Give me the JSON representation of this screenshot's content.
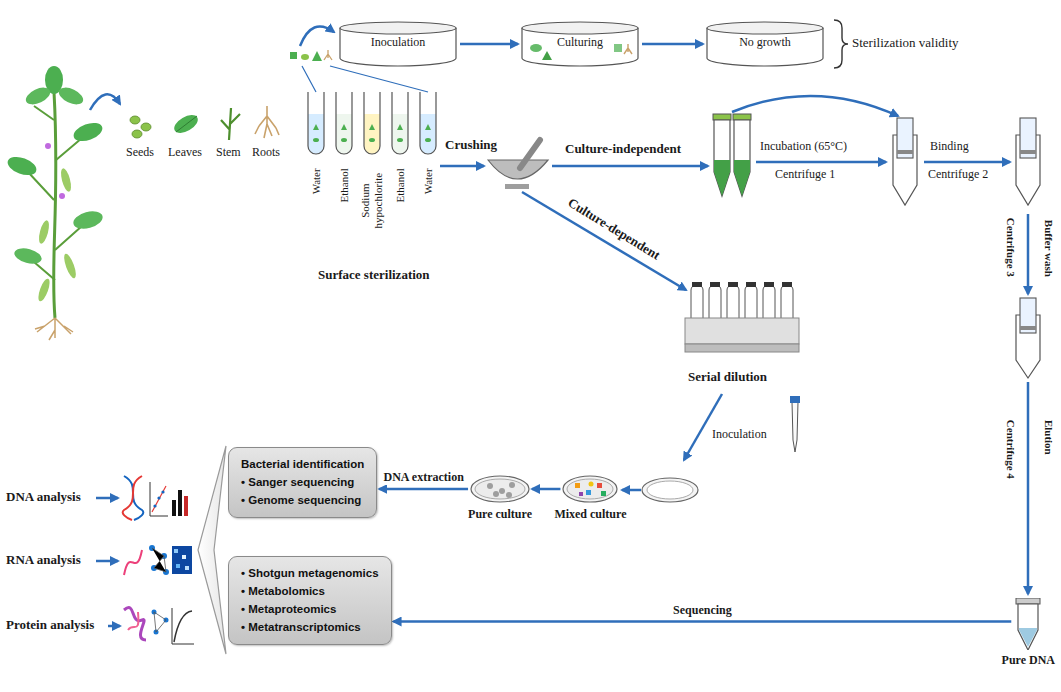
{
  "diagram": {
    "nodes": [
      {
        "text": [
          "Inoculation"
        ]
      },
      {
        "text": [
          "Culturing"
        ]
      },
      {
        "text": [
          "No growth"
        ]
      },
      {
        "text": [
          "Bacterial identification",
          "• Sanger sequencing",
          "• Genome sequencing"
        ]
      },
      {
        "text": [
          "Pure culture"
        ]
      },
      {
        "text": [
          "Mixed culture"
        ]
      },
      {
        "text": [
          "• Shotgun metagenomics",
          "• Metabolomics",
          "• Metaproteomics",
          "• Metatranscriptomics"
        ]
      },
      {
        "text": [
          "Pure DNA"
        ]
      }
    ],
    "edges": [
      {
        "from": 0,
        "to": 1,
        "arrow": "to"
      },
      {
        "from": 1,
        "to": 2,
        "arrow": "to"
      },
      {
        "from": 5,
        "to": 4,
        "arrow": "to"
      },
      {
        "from": 4,
        "to": 3,
        "arrow": "to",
        "label": "DNA extraction"
      },
      {
        "from": 7,
        "to": 6,
        "arrow": "to",
        "label": "Sequencing"
      }
    ],
    "labels": [
      "Sterilization validity",
      "Seeds",
      "Leaves",
      "Stem",
      "Roots",
      "Crushing",
      "Culture-independent",
      "Incubation (65°C)",
      "Centrifuge 1",
      "Binding",
      "Centrifuge 2",
      "Water",
      "Ethanol",
      "Sodium hypochlorite",
      "Ethanol",
      "Water",
      "Buffer wash",
      "Centrifuge 3",
      "Surface sterilization",
      "Culture-dependent",
      "Serial dilution",
      "Elution",
      "Centrifuge 4",
      "Inoculation",
      "DNA analysis",
      "RNA analysis",
      "Protein analysis"
    ]
  }
}
